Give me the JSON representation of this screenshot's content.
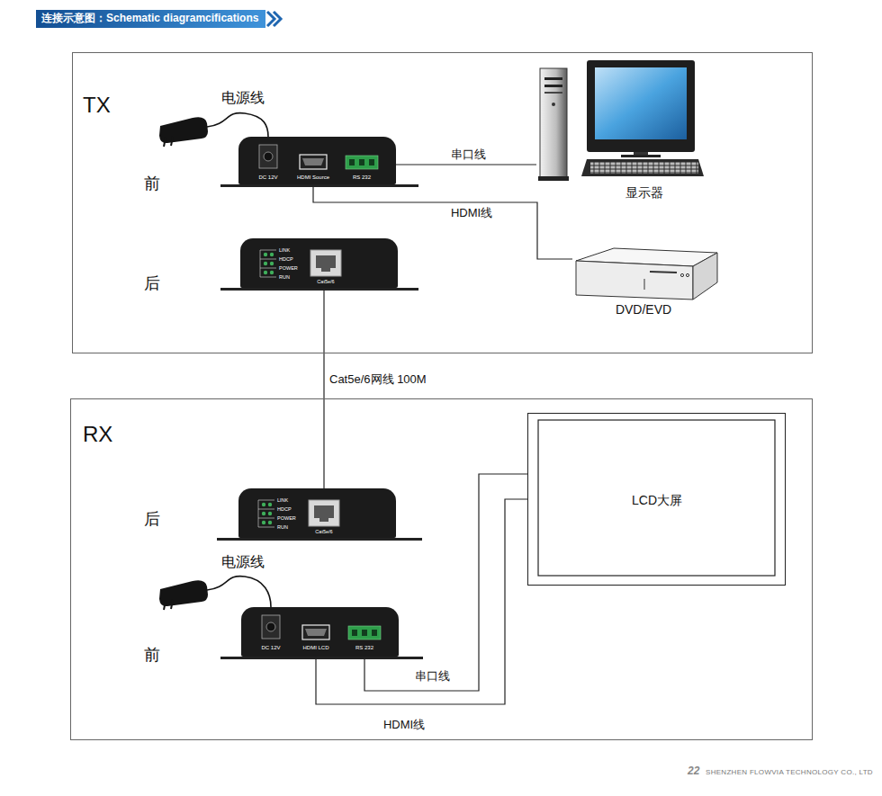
{
  "diagram": {
    "title": "连接示意图：Schematic diagramcifications",
    "nodes": [
      {
        "text": [
          "TX"
        ]
      },
      {
        "text": [
          "DC 12V",
          "HDMI Source",
          "RS 232"
        ],
        "in": 0
      },
      {
        "text": [
          "显示器"
        ],
        "in": 0
      },
      {
        "text": [
          "DVD/EVD"
        ],
        "in": 0
      },
      {
        "text": [
          "LINK",
          "HDCP",
          "POWER",
          "RUN",
          "Cat5e/6"
        ],
        "in": 0
      },
      {
        "text": [
          "RX"
        ]
      },
      {
        "text": [
          "LINK",
          "HDCP",
          "POWER",
          "RUN",
          "Cat5e/6"
        ],
        "in": 5
      },
      {
        "text": [
          "LCD大屏"
        ],
        "in": 5
      },
      {
        "text": [
          "DC 12V",
          "HDMI LCD",
          "RS 232"
        ],
        "in": 5
      }
    ],
    "edges": [
      {
        "from": 1,
        "to": 2,
        "arrow": "none",
        "label": "串口线"
      },
      {
        "from": 1,
        "to": 3,
        "arrow": "none",
        "label": "HDMI线"
      },
      {
        "from": 4,
        "to": 6,
        "arrow": "none",
        "label": "Cat5e/6网线 100M"
      },
      {
        "from": 8,
        "to": 7,
        "arrow": "none",
        "label": "串口线"
      },
      {
        "from": 8,
        "to": 7,
        "arrow": "none",
        "label": "HDMI线"
      }
    ],
    "labels": [
      "电源线",
      "前",
      "后",
      "电源线",
      "后",
      "前",
      "22",
      "SHENZHEN FLOWVIA TECHNOLOGY CO., LTD"
    ]
  }
}
